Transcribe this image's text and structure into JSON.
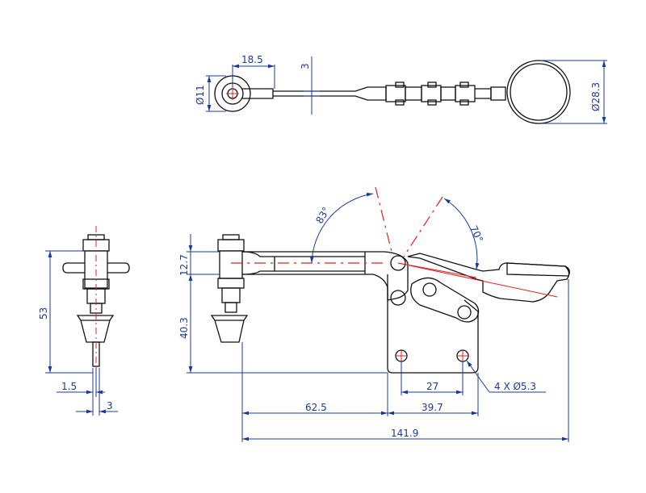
{
  "colors": {
    "dimension": "#1a3a9a",
    "outline": "#111111",
    "centerline": "#e02020",
    "background": "#ffffff"
  },
  "top_view": {
    "dim_18_5": "18.5",
    "dim_3": "3",
    "dim_dia_11": "Ø11",
    "dim_dia_28_3": "Ø28.3"
  },
  "side_view": {
    "dim_53": "53",
    "dim_1_5": "1.5",
    "dim_3": "3"
  },
  "front_view": {
    "dim_12_7": "12.7",
    "dim_40_3": "40.3",
    "angle_83": "83°",
    "angle_70": "70°",
    "dim_27": "27",
    "dim_62_5": "62.5",
    "dim_39_7": "39.7",
    "dim_141_9": "141.9",
    "holes_note": "4 X Ø5.3"
  }
}
